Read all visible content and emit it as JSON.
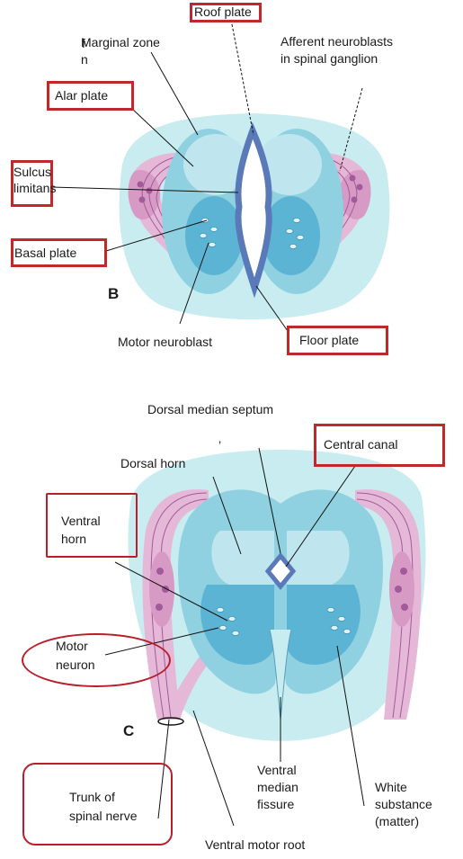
{
  "top": {
    "panel_letter": "B",
    "edge_fragment_1": "f",
    "edge_fragment_2": "n",
    "labels": {
      "roof_plate": "Roof plate",
      "marginal_zone": "Marginal zone",
      "afferent_1": "Afferent neuroblasts",
      "afferent_2": "in spinal ganglion",
      "alar_plate": "Alar plate",
      "sulcus_1": "Sulcus",
      "sulcus_2": "limitans",
      "basal_plate": "Basal plate",
      "motor_neuroblast": "Motor neuroblast",
      "floor_plate": "Floor plate"
    }
  },
  "bottom": {
    "panel_letter": "C",
    "edge_fragment": "’",
    "labels": {
      "dorsal_median_septum": "Dorsal  median septum",
      "central_canal": "Central canal",
      "dorsal_horn": "Dorsal horn",
      "ventral_horn_1": "Ventral",
      "ventral_horn_2": "horn",
      "motor_neuron_1": "Motor",
      "motor_neuron_2": "neuron",
      "trunk_1": "Trunk of",
      "trunk_2": "spinal nerve",
      "ventral_median_1": "Ventral",
      "ventral_median_2": "median",
      "ventral_median_3": "fissure",
      "white_1": "White",
      "white_2": "substance",
      "white_3": "(matter)",
      "ventral_motor_root": "Ventral motor root"
    }
  },
  "colors": {
    "highlight_red": "#c0282c",
    "outer_light": "#c8ecf0",
    "zone_mid": "#8fd1e0",
    "alar_light": "#bfe6ef",
    "basal_blue": "#5cb4d4",
    "canal_blue": "#5a79b8",
    "nerve_pink": "#e6b8d8",
    "ganglion_purple": "#a25a9a"
  }
}
